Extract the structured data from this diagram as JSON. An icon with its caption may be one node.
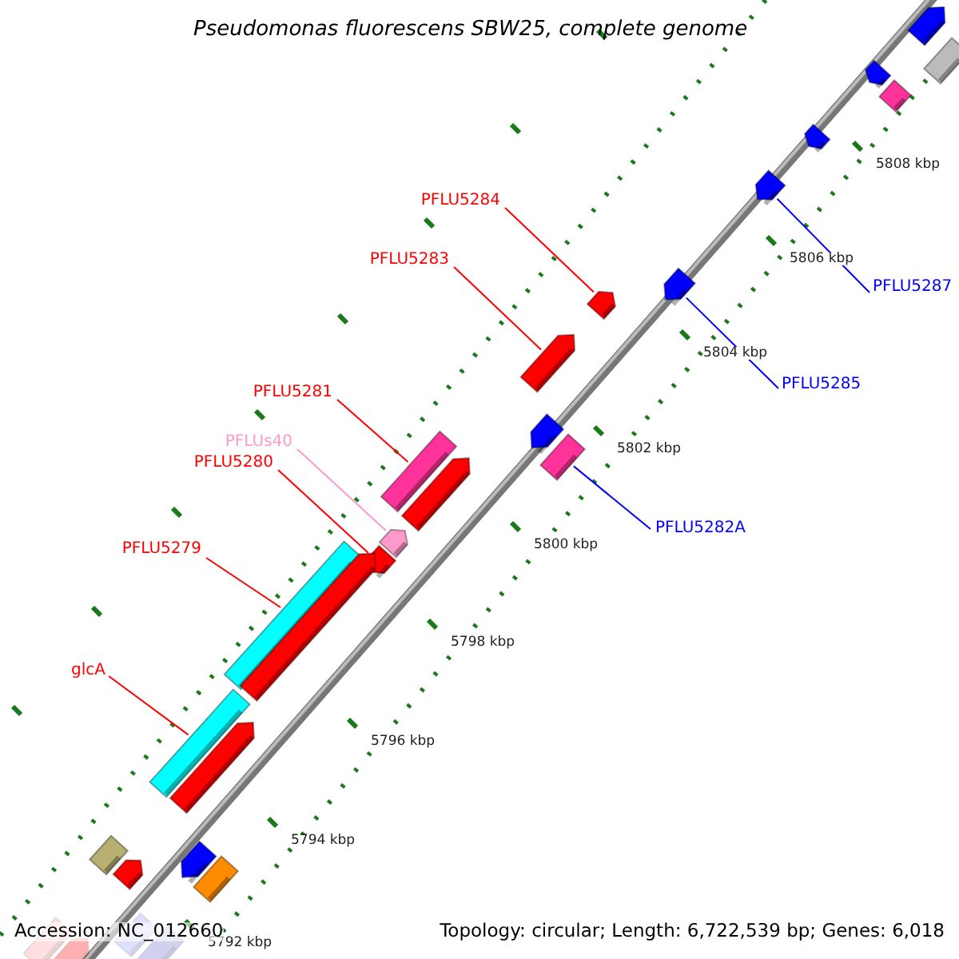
{
  "diagram": {
    "title": "Pseudomonas fluorescens SBW25, complete genome",
    "nodes": [
      {
        "text": [
          "PFLU5284"
        ]
      },
      {
        "text": [
          "PFLU5283"
        ]
      },
      {
        "text": [
          "PFLU5281"
        ]
      },
      {
        "text": [
          "PFLUs40"
        ]
      },
      {
        "text": [
          "PFLU5280"
        ]
      },
      {
        "text": [
          "PFLU5279"
        ]
      },
      {
        "text": [
          "glcA"
        ]
      },
      {
        "text": [
          "PFLU5287"
        ]
      },
      {
        "text": [
          "PFLU5285"
        ]
      },
      {
        "text": [
          "PFLU5282A"
        ]
      },
      {
        "text": [],
        "shape": "bar"
      },
      {
        "text": [],
        "shape": "bar"
      },
      {
        "text": [],
        "shape": "bar"
      },
      {
        "text": [],
        "shape": "bar"
      },
      {
        "text": [],
        "shape": "bar"
      },
      {
        "text": [],
        "shape": "bar"
      },
      {
        "text": [],
        "shape": "bar"
      },
      {
        "text": [],
        "shape": "bar"
      },
      {
        "text": [],
        "shape": "bar"
      },
      {
        "text": [],
        "shape": "bar"
      },
      {
        "text": [],
        "shape": "bar"
      },
      {
        "text": [],
        "shape": "bar"
      },
      {
        "text": [],
        "shape": "bar"
      },
      {
        "text": [],
        "shape": "bar"
      },
      {
        "text": [],
        "shape": "bar"
      },
      {
        "text": [],
        "shape": "bar"
      },
      {
        "text": [],
        "shape": "bar"
      },
      {
        "text": [],
        "shape": "bar"
      },
      {
        "text": [],
        "shape": "bar"
      },
      {
        "text": [],
        "shape": "bar"
      },
      {
        "text": [],
        "shape": "bar"
      },
      {
        "text": [],
        "shape": "bar"
      },
      {
        "text": [],
        "shape": "bar"
      },
      {
        "text": [],
        "shape": "bar"
      },
      {
        "text": [],
        "shape": "bar"
      },
      {
        "text": [],
        "shape": "bar"
      },
      {
        "text": [],
        "shape": "bar"
      }
    ],
    "edges": [
      {
        "from": 0,
        "to": 17,
        "arrow": "none"
      },
      {
        "from": 1,
        "to": 18,
        "arrow": "none"
      },
      {
        "from": 2,
        "to": 21,
        "arrow": "none"
      },
      {
        "from": 3,
        "to": 23,
        "arrow": "none",
        "color": "#ff99cc"
      },
      {
        "from": 4,
        "to": 24,
        "arrow": "none"
      },
      {
        "from": 5,
        "to": 25,
        "arrow": "none"
      },
      {
        "from": 6,
        "to": 27,
        "arrow": "none"
      },
      {
        "from": 7,
        "to": 15,
        "arrow": "none",
        "color": "#0000ff"
      },
      {
        "from": 8,
        "to": 16,
        "arrow": "none",
        "color": "#0000ff"
      },
      {
        "from": 9,
        "to": 20,
        "arrow": "none",
        "color": "#0000ff"
      }
    ],
    "labels": [
      "5808 kbp",
      "5806 kbp",
      "5804 kbp",
      "5802 kbp",
      "5800 kbp",
      "5798 kbp",
      "5796 kbp",
      "5794 kbp",
      "5792 kbp",
      "Accession: NC_012660",
      "Topology: circular; Length: 6,722,539 bp; Genes: 6,018"
    ]
  }
}
